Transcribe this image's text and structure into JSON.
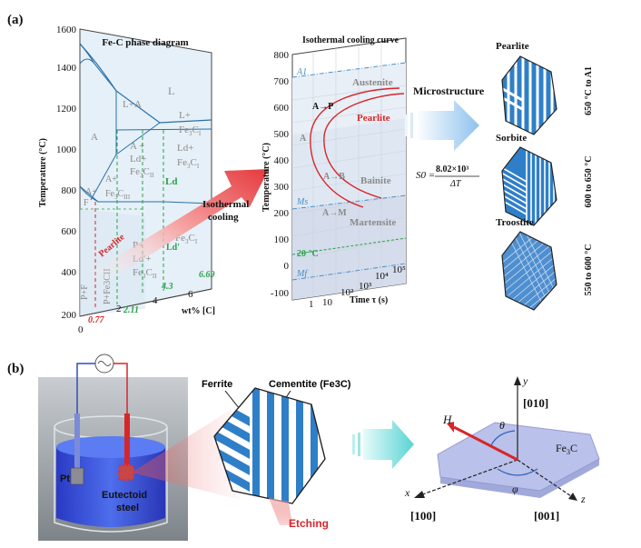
{
  "panel_a": {
    "label": "(a)",
    "phase_diagram": {
      "title": "Fe-C phase diagram",
      "y_axis_label": "Temperature (°C)",
      "x_axis_label": "wt% [C]",
      "y_ticks": [
        "1600",
        "1400",
        "1200",
        "1000",
        "800",
        "600",
        "400",
        "200"
      ],
      "x_ticks": [
        "0",
        "2",
        "4",
        "6"
      ],
      "special_values": [
        "0.77",
        "2.11",
        "4.3",
        "6.69"
      ],
      "phase_labels": {
        "L": "L",
        "L_A": "L+A",
        "A": "A",
        "L_Fe3C": "L+",
        "A_Ld_Fe3C": "A +",
        "Ld_plus": "Ld+",
        "Fe3CII": "Fe3CII",
        "Ld": "Ld",
        "Ld_prime": "Ld'+",
        "P_plus": "P+",
        "PF": "P+F",
        "P_Fe3C": "P+Fe3CII",
        "F": "F",
        "Ld_green": "Ld",
        "Ld_green2": "Ld'"
      },
      "arrow_label": "Pearlite",
      "iso_label_1": "Isothermal",
      "iso_label_2": "cooling"
    },
    "cooling_curve": {
      "title": "Isothermal cooling curve",
      "y_axis_label": "Temperature (°C)",
      "x_axis_label": "Time τ (s)",
      "y_ticks": [
        "800",
        "700",
        "600",
        "500",
        "400",
        "300",
        "200",
        "100",
        "0",
        "-100"
      ],
      "x_ticks": [
        "1",
        "10",
        "10²",
        "10³",
        "10⁴",
        "10⁵"
      ],
      "labels": {
        "A1": "A1",
        "austenite": "Austenite",
        "pearlite": "Pearlite",
        "a_to_p": "A→P",
        "A": "A",
        "a_to_b": "A→B",
        "bainite": "Bainite",
        "ms": "Ms",
        "a_to_m": "A→M",
        "martensite": "Martensite",
        "t20": "20 °C",
        "mf": "Mf"
      }
    },
    "microstructure": {
      "title": "Microstructure",
      "formula_left": "S0 =",
      "formula_num": "8.02×10³",
      "formula_den": "ΔT",
      "items": [
        {
          "name": "Pearlite",
          "range": "650 °C to A1"
        },
        {
          "name": "Sorbite",
          "range": "600 to 650 °C"
        },
        {
          "name": "Troostite",
          "range": "550 to 600 °C"
        }
      ]
    }
  },
  "panel_b": {
    "label": "(b)",
    "electrode_pt": "Pt",
    "electrode_steel_1": "Eutectoid",
    "electrode_steel_2": "steel",
    "ferrite": "Ferrite",
    "cementite": "Cementite (Fe3C)",
    "etching": "Etching",
    "axes": {
      "y": "y",
      "x": "x",
      "z": "z",
      "y_dir": "[010]",
      "x_dir": "[100]",
      "z_dir": "[001]"
    },
    "crystal": "Fe3C",
    "field": "H",
    "theta": "θ",
    "phi": "φ"
  },
  "colors": {
    "blue": "#2f7fc8",
    "red": "#d6262a",
    "green": "#2aa04a",
    "teal": "#4ccfcf"
  }
}
